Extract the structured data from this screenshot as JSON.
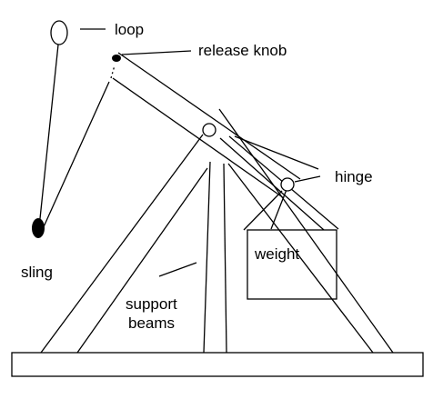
{
  "labels": {
    "loop": "loop",
    "release_knob": "release knob",
    "hinge": "hinge",
    "weight": "weight",
    "sling": "sling",
    "support_line1": "support",
    "support_line2": "beams"
  },
  "colors": {
    "ink": "#000000",
    "paper": "#ffffff"
  }
}
